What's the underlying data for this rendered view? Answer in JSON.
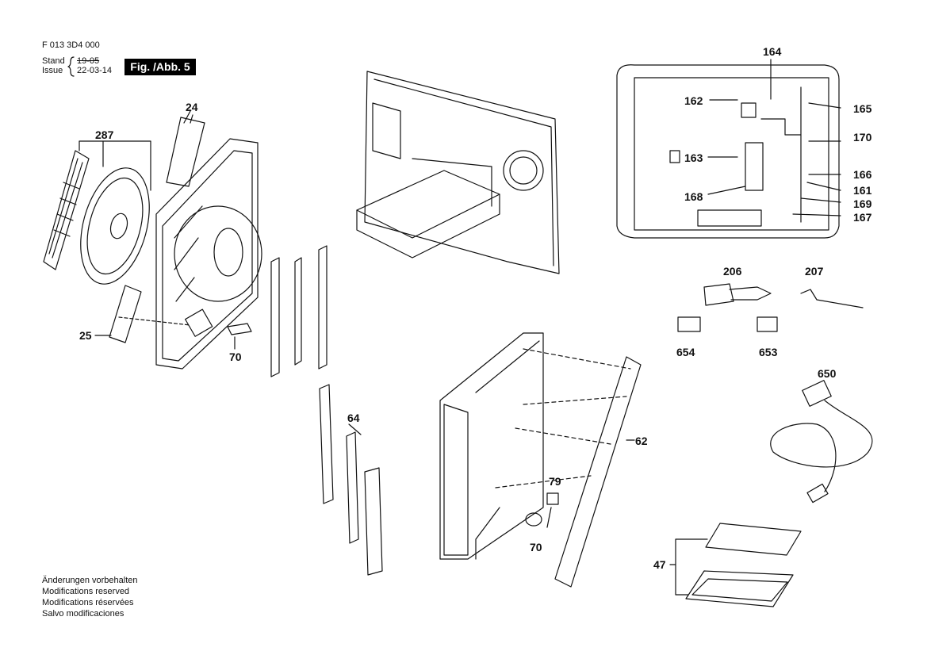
{
  "header": {
    "doc_number": "F 013 3D4 000",
    "stand_label": "Stand",
    "issue_label": "Issue",
    "stand_date": "19-05",
    "issue_date": "22-03-14",
    "figure_tag": "Fig. /Abb. 5"
  },
  "labels": {
    "l24": "24",
    "l287": "287",
    "l25": "25",
    "l70a": "70",
    "l64": "64",
    "l62": "62",
    "l79": "79",
    "l70b": "70",
    "l164": "164",
    "l162": "162",
    "l165": "165",
    "l170": "170",
    "l163": "163",
    "l166": "166",
    "l161": "161",
    "l168": "168",
    "l169": "169",
    "l167": "167",
    "l206": "206",
    "l207": "207",
    "l654": "654",
    "l653": "653",
    "l650": "650",
    "l47": "47"
  },
  "notes": [
    "Änderungen vorbehalten",
    "Modifications reserved",
    "Modifications réservées",
    "Salvo modificaciones"
  ]
}
